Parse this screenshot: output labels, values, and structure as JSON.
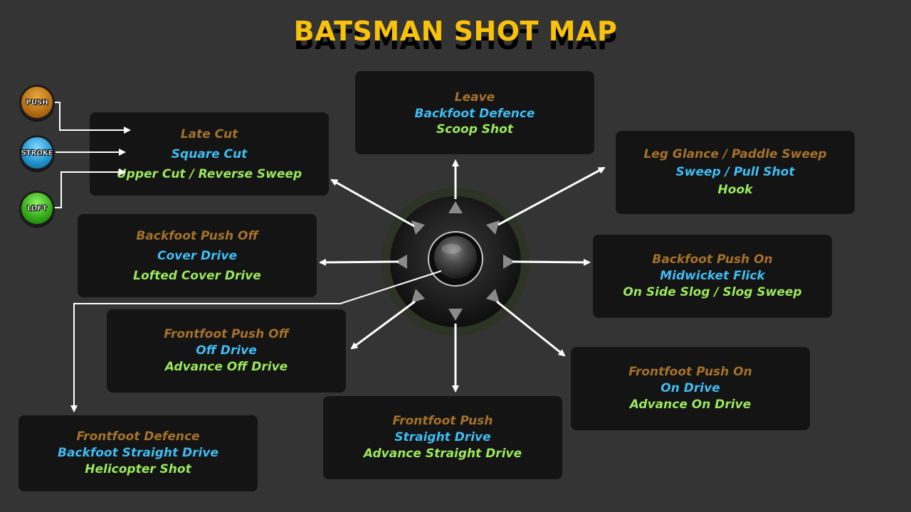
{
  "title": "BATSMAN SHOT MAP",
  "buttons": {
    "push": "PUSH",
    "stroke": "STROKE",
    "loft": "LOFT"
  },
  "boxes": {
    "top": {
      "push": "Leave",
      "stroke": "Backfoot Defence",
      "loft": "Scoop Shot"
    },
    "top_left": {
      "push": "Late Cut",
      "stroke": "Square Cut",
      "loft": "Upper Cut / Reverse Sweep"
    },
    "top_right": {
      "push": "Leg Glance / Paddle Sweep",
      "stroke": "Sweep / Pull Shot",
      "loft": "Hook"
    },
    "left": {
      "push": "Backfoot Push Off",
      "stroke": "Cover Drive",
      "loft": "Lofted Cover Drive"
    },
    "right": {
      "push": "Backfoot Push On",
      "stroke": "Midwicket Flick",
      "loft": "On Side Slog / Slog Sweep"
    },
    "bottom_left": {
      "push": "Frontfoot Push Off",
      "stroke": "Off Drive",
      "loft": "Advance Off Drive"
    },
    "bottom_right": {
      "push": "Frontfoot Push On",
      "stroke": "On Drive",
      "loft": "Advance On Drive"
    },
    "bottom": {
      "push": "Frontfoot Push",
      "stroke": "Straight Drive",
      "loft": "Advance Straight Drive"
    },
    "center_drag": {
      "push": "Frontfoot Defence",
      "stroke": "Backfoot Straight Drive",
      "loft": "Helicopter Shot"
    }
  },
  "colors": {
    "push": "#a5722a",
    "stroke": "#3fbdf2",
    "loft": "#9be85c",
    "title": "#f8c10b",
    "background": "#343434"
  }
}
